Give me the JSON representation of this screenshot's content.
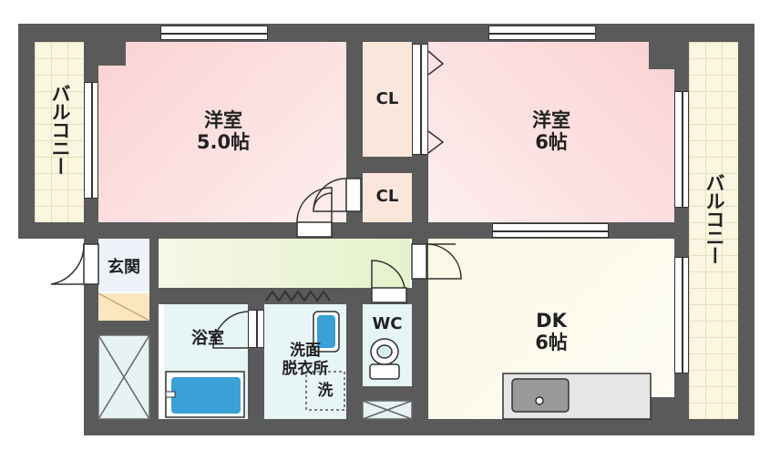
{
  "rooms": {
    "western_room_1": {
      "name": "洋室",
      "size": "5.0帖"
    },
    "western_room_2": {
      "name": "洋室",
      "size": "6帖"
    },
    "closet_1": "CL",
    "closet_2": "CL",
    "balcony_left": "バルコニー",
    "balcony_right": "バルコニー",
    "entrance": "玄関",
    "bathroom": "浴室",
    "washroom": {
      "line1": "洗面",
      "line2": "脱衣所"
    },
    "washer": "洗",
    "toilet": "WC",
    "dk": {
      "name": "DK",
      "size": "6帖"
    }
  },
  "colors": {
    "wall": "#5a5a5a",
    "western_room": "#fbe0e0",
    "closet": "#fbe8e0",
    "hallway": "#eef5d8",
    "dk": "#fbf8e6",
    "wet_area": "#e6f5f6",
    "entrance": "#e8f0f8",
    "balcony": "#fbf6e0"
  }
}
